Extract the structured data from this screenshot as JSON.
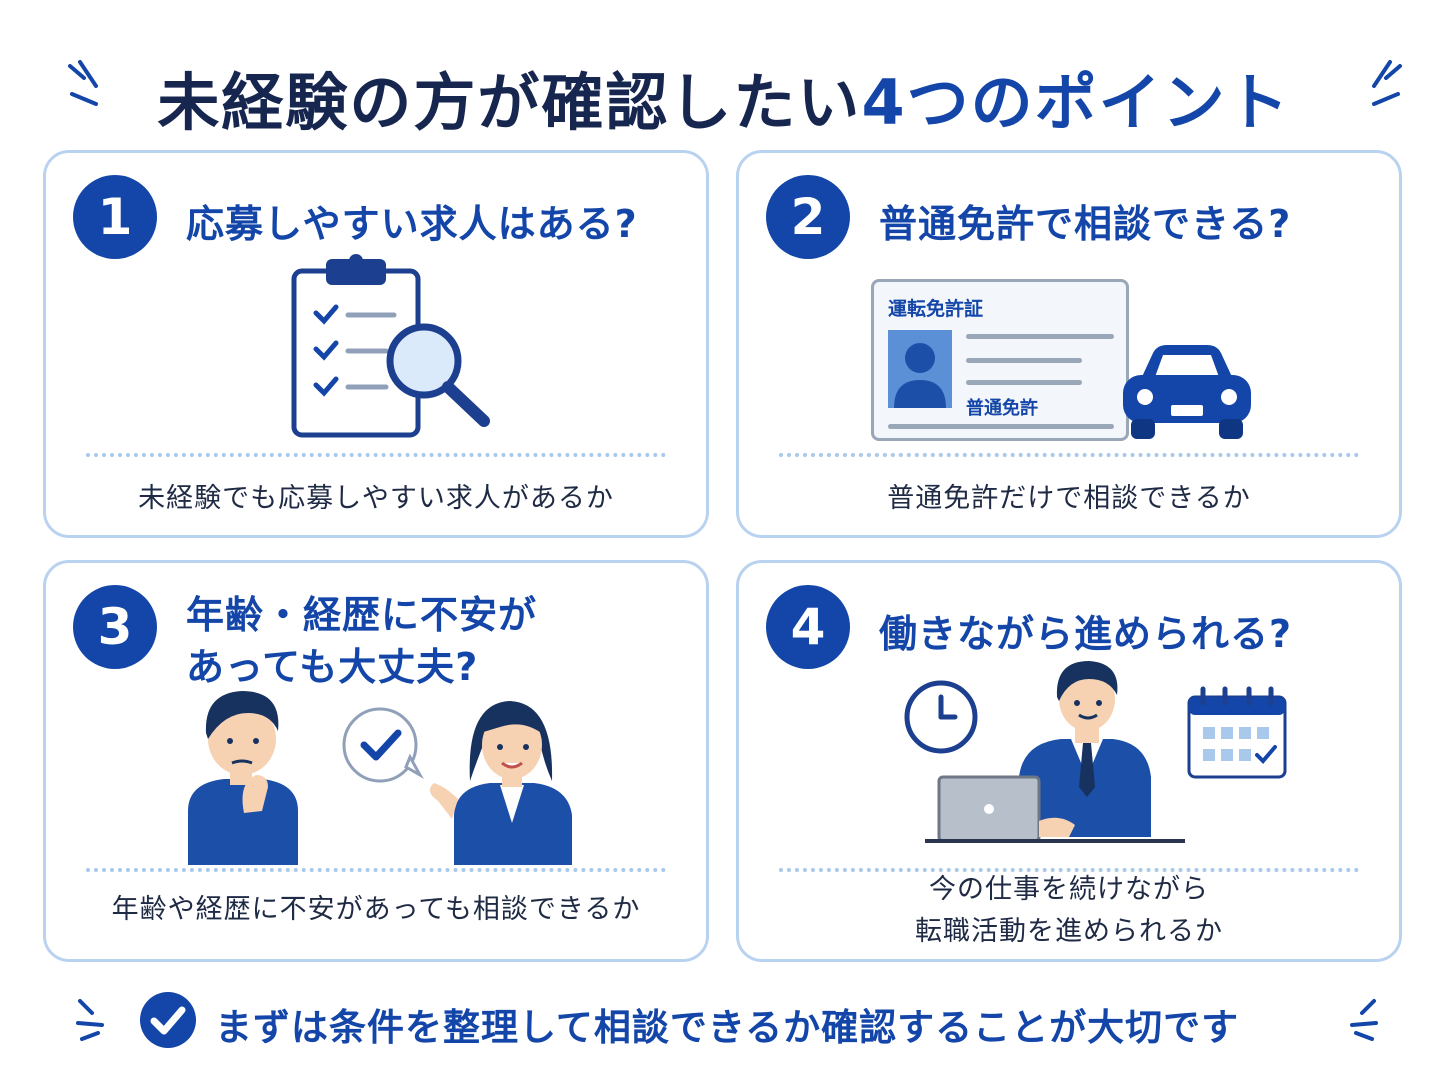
{
  "title": {
    "main": "未経験の方が確認したい",
    "highlight": "4つのポイント"
  },
  "cards": [
    {
      "number": "1",
      "title": "応募しやすい求人はある?",
      "description": "未経験でも応募しやすい求人があるか",
      "icon": "clipboard-magnifier-icon"
    },
    {
      "number": "2",
      "title": "普通免許で相談できる?",
      "description": "普通免許だけで相談できるか",
      "icon": "license-card-car-icon",
      "license_card": {
        "heading": "運転免許証",
        "type_label": "普通免許"
      }
    },
    {
      "number": "3",
      "title": "年齢・経歴に不安が\nあっても大丈夫?",
      "description": "年齢や経歴に不安があっても相談できるか",
      "icon": "consultation-people-icon"
    },
    {
      "number": "4",
      "title": "働きながら進められる?",
      "description": "今の仕事を続けながら\n転職活動を進められるか",
      "icon": "working-person-clock-calendar-icon"
    }
  ],
  "footer": {
    "text": "まずは条件を整理して相談できるか確認することが大切です",
    "icon": "check-circle-icon"
  },
  "colors": {
    "primary": "#1346a8",
    "navy": "#16264f",
    "card_border": "#b9d2f0",
    "highlight": "#f6ec9c"
  }
}
